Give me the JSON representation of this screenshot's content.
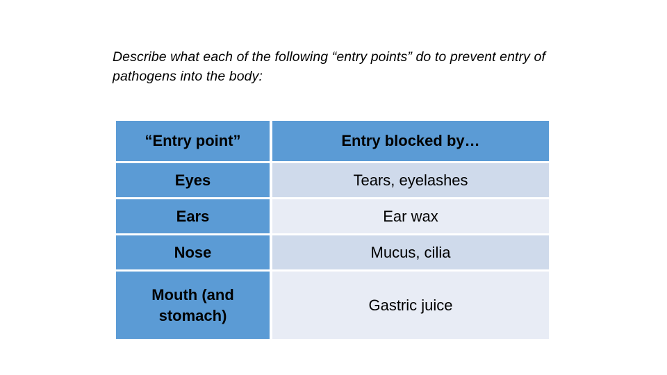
{
  "slide": {
    "background_color": "#ffffff",
    "prompt": "Describe what each of the following “entry points” do to prevent entry of pathogens into the body:"
  },
  "table": {
    "accent_color": "#5b9bd5",
    "band_dark_color": "#cfdaeb",
    "band_light_color": "#e8ecf5",
    "header": {
      "col1": "“Entry point”",
      "col2": "Entry blocked by…"
    },
    "rows": [
      {
        "entry_point": "Eyes",
        "blocked_by": "Tears, eyelashes"
      },
      {
        "entry_point": "Ears",
        "blocked_by": "Ear wax"
      },
      {
        "entry_point": "Nose",
        "blocked_by": "Mucus, cilia"
      },
      {
        "entry_point": "Mouth (and stomach)",
        "blocked_by": "Gastric juice"
      }
    ]
  }
}
